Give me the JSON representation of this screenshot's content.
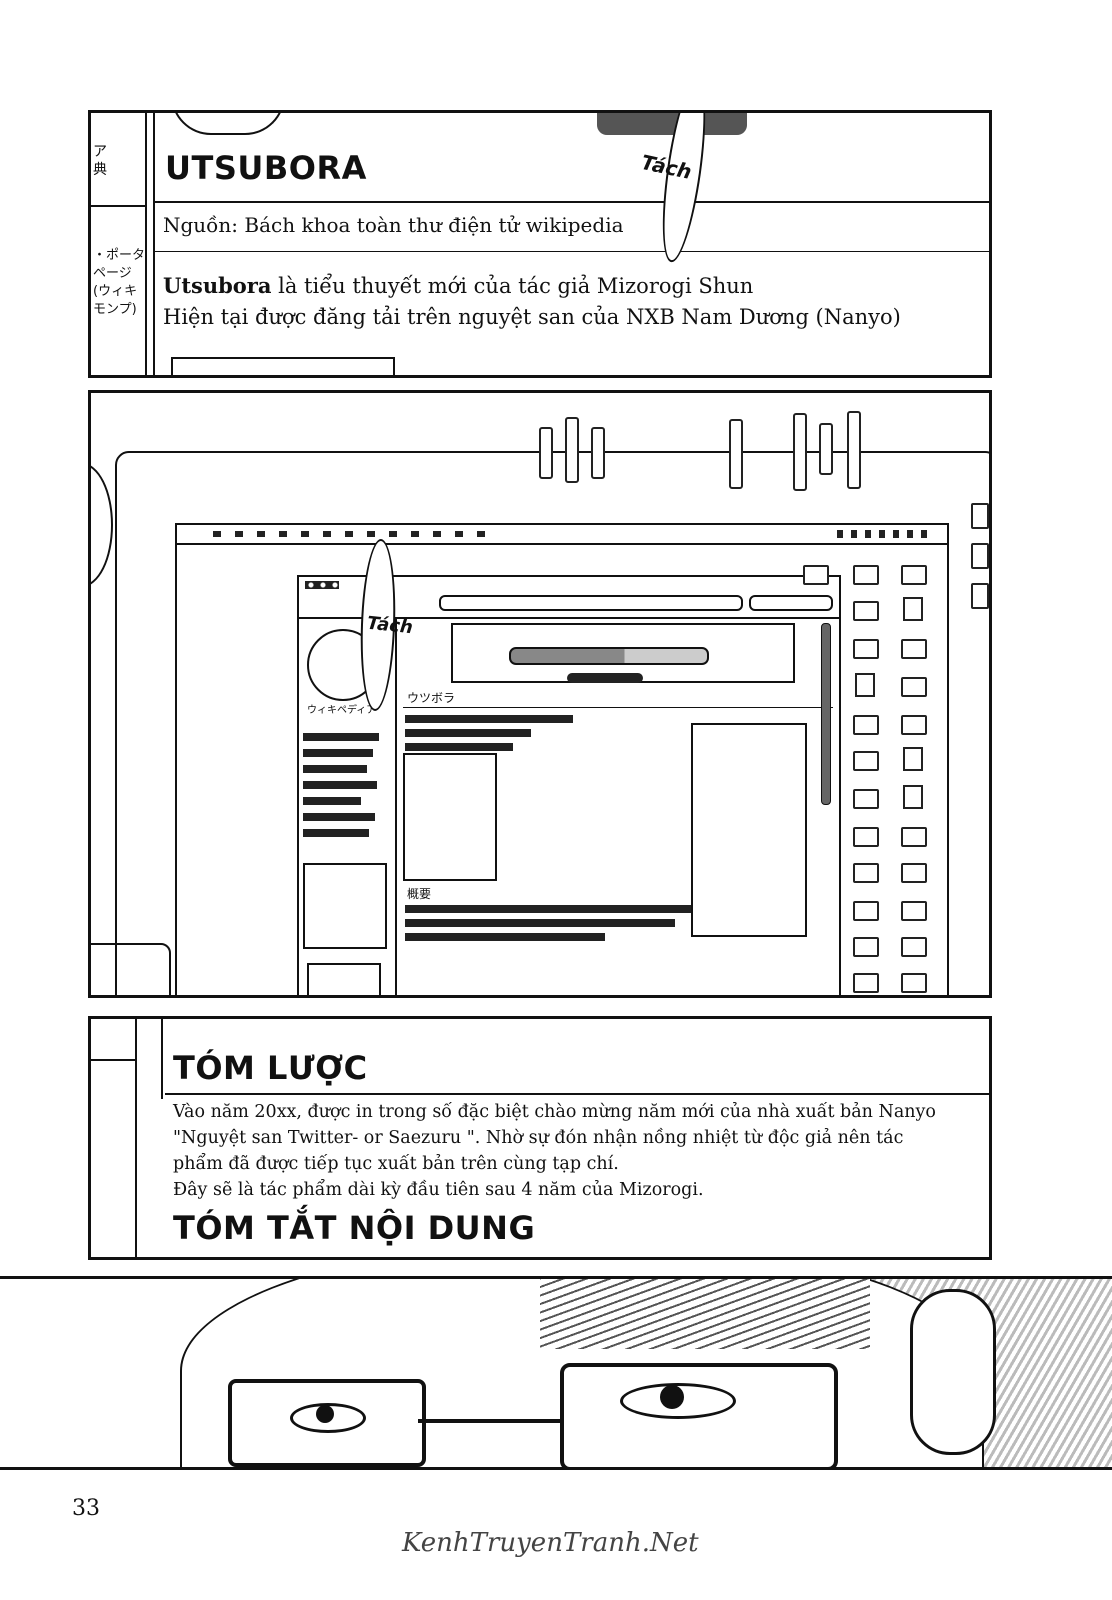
{
  "panel1": {
    "side_fragment_top": "ア\n典",
    "side_fragment_mid": "・ポータ\nページ\n(ウィキ\nモンプ)",
    "title": "UTSUBORA",
    "source": "Nguồn: Bách khoa toàn thư điện tử wikipedia",
    "line1_bold": "Utsubora",
    "line1_rest": " là tiểu thuyết mới của tác giả Mizorogi Shun",
    "line2": "Hiện tại được đăng tải trên nguyệt san của NXB Nam Dương (Nanyo)",
    "sfx": "Tách"
  },
  "panel2": {
    "sfx": "Tách",
    "wiki_logo_text": "ウィキペディア",
    "article_title": "ウツボラ",
    "section_heading": "概要"
  },
  "panel3": {
    "heading1": "TÓM LƯỢC",
    "body": [
      "Vào năm 20xx, được in trong số đặc biệt chào mừng năm mới của nhà xuất bản Nanyo",
      "\"Nguyệt san Twitter- or Saezuru \". Nhờ sự đón nhận nồng nhiệt từ độc giả nên tác",
      "phẩm đã được tiếp tục xuất bản trên cùng tạp chí.",
      "Đây sẽ là tác phẩm dài kỳ đầu tiên sau 4 năm của Mizorogi."
    ],
    "heading2": "TÓM TẮT NỘI DUNG"
  },
  "page_number": "33",
  "watermark": "KenhTruyenTranh.Net"
}
